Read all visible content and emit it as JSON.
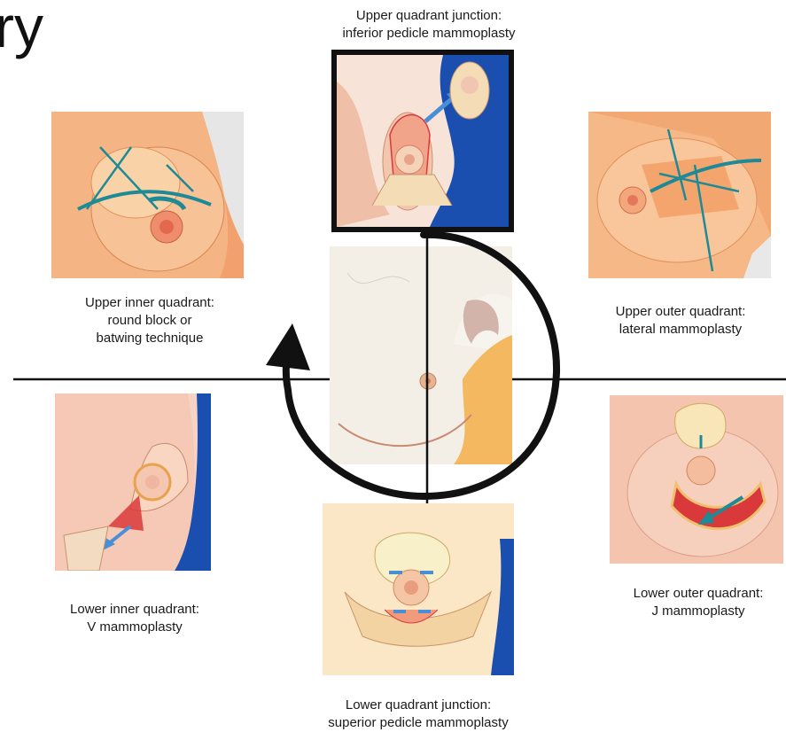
{
  "slide": {
    "title_fragment": "ry"
  },
  "panels": {
    "upper_quadrant_junction": {
      "caption_line1": "Upper quadrant junction:",
      "caption_line2": "inferior pedicle mammoplasty"
    },
    "upper_inner_quadrant": {
      "caption_line1": "Upper inner quadrant:",
      "caption_line2": "round block or",
      "caption_line3": "batwing technique"
    },
    "upper_outer_quadrant": {
      "caption_line1": "Upper outer quadrant:",
      "caption_line2": "lateral mammoplasty"
    },
    "lower_inner_quadrant": {
      "caption_line1": "Lower inner quadrant:",
      "caption_line2": "V mammoplasty"
    },
    "lower_outer_quadrant": {
      "caption_line1": "Lower outer quadrant:",
      "caption_line2": "J mammoplasty"
    },
    "lower_quadrant_junction": {
      "caption_line1": "Lower quadrant junction:",
      "caption_line2": "superior pedicle mammoplasty"
    }
  },
  "colors": {
    "skin_light": "#f6d2bf",
    "skin_mid": "#eda77f",
    "skin_orange": "#f0a060",
    "incision_red": "#d9393a",
    "vessel_teal": "#1e8a96",
    "arrow_blue": "#4a8fd6",
    "background_blue": "#1a4fb0",
    "frame_black": "#111111"
  }
}
